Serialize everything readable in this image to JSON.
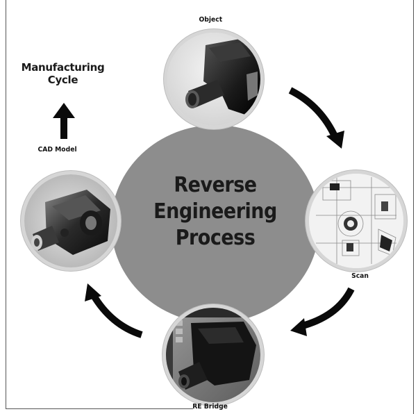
{
  "diagram": {
    "center_title": [
      "Reverse",
      "Engineering",
      "Process"
    ],
    "side_title": [
      "Manufacturing",
      "Cycle"
    ],
    "nodes": {
      "object": "Object",
      "scan": "Scan",
      "re_bridge": "RE Bridge",
      "cad_model": "CAD Model"
    }
  }
}
